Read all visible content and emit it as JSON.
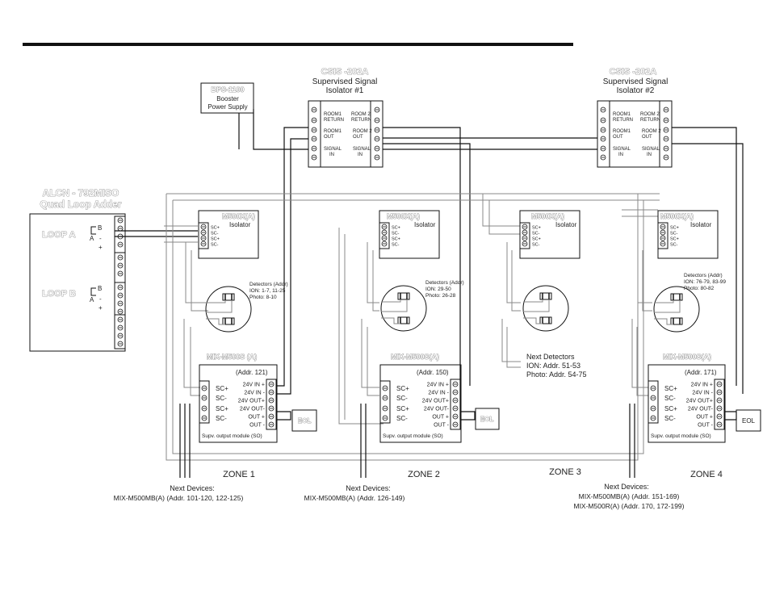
{
  "csis1": {
    "title": "CSIS -202A",
    "sub1": "Supervised Signal",
    "sub2": "Isolator #1",
    "room1_return": [
      "ROOM1",
      "RETURN"
    ],
    "room1_out": [
      "ROOM1",
      "OUT"
    ],
    "signal_in_l": [
      "SIGNAL",
      "IN"
    ],
    "room2_return": [
      "ROOM 2",
      "RETURN"
    ],
    "room2_out": [
      "ROOM 2",
      "OUT"
    ],
    "signal_in_r": [
      "SIGNAL",
      "IN"
    ]
  },
  "csis2": {
    "title": "CSIS -202A",
    "sub1": "Supervised Signal",
    "sub2": "Isolator #2",
    "room1_return": [
      "ROOM1",
      "RETURN"
    ],
    "room1_out": [
      "ROOM1",
      "OUT"
    ],
    "signal_in_l": [
      "SIGNAL",
      "IN"
    ],
    "room2_return": [
      "ROOM 2",
      "RETURN"
    ],
    "room2_out": [
      "ROOM 2",
      "OUT"
    ],
    "signal_in_r": [
      "SIGNAL",
      "IN"
    ]
  },
  "booster": {
    "line1": "BPS-1100",
    "line2": "Booster",
    "line3": "Power Supply"
  },
  "alcn": {
    "title1": "ALCN - 792MISO",
    "title2": "Quad Loop Adder",
    "loop_a": "LOOP A",
    "loop_b": "LOOP B",
    "b": "B",
    "a": "A",
    "minus": "-",
    "plus": "+"
  },
  "m500x": {
    "title": "M500X(A)",
    "isolator": "Isolator",
    "terms": [
      "SC+",
      "SC-",
      "SC+",
      "SC-"
    ]
  },
  "detectors": [
    {
      "line1": "Detectors (Addr)",
      "line2": "ION: 1-7, 11-25",
      "line3": "Photo: 8-10"
    },
    {
      "line1": "Detectors (Addr)",
      "line2": "ION: 29-50",
      "line3": "Photo: 26-28"
    },
    {
      "line1": "Detectors (Addr)",
      "line2": "ION: 76-79, 83-99",
      "line3": "Photo: 80-82"
    }
  ],
  "next_detectors": {
    "line1": "Next Detectors",
    "line2": "ION: Addr. 51-53",
    "line3": "Photo: Addr. 54-75"
  },
  "mix": [
    {
      "title": "MIX-M500S (A)",
      "addr": "(Addr. 121)"
    },
    {
      "title": "MIX-M500S(A)",
      "addr": "(Addr. 150)"
    },
    {
      "title": "MIX-M500S(A)",
      "addr": "(Addr. 171)"
    }
  ],
  "mix_common": {
    "sc_plus": "SC+",
    "sc_minus": "SC-",
    "in_plus": "24V IN +",
    "in_minus": "24V IN -",
    "out_plus": "24V OUT+",
    "out_minus": "24V OUT-",
    "o_plus": "OUT +",
    "o_minus": "OUT -",
    "footer": "Supv. output module (SO)"
  },
  "eol": "EOL",
  "zones": [
    "ZONE 1",
    "ZONE 2",
    "ZONE 3",
    "ZONE 4"
  ],
  "next_devices": [
    {
      "title": "Next Devices:",
      "line1": "MIX-M500MB(A) (Addr. 101-120, 122-125)"
    },
    {
      "title": "Next Devices:",
      "line1": "MIX-M500MB(A) (Addr. 126-149)"
    },
    {
      "title": "Next Devices:",
      "line1": "MIX-M500MB(A) (Addr. 151-169)",
      "line2": "MIX-M500R(A) (Addr. 170, 172-199)"
    }
  ]
}
